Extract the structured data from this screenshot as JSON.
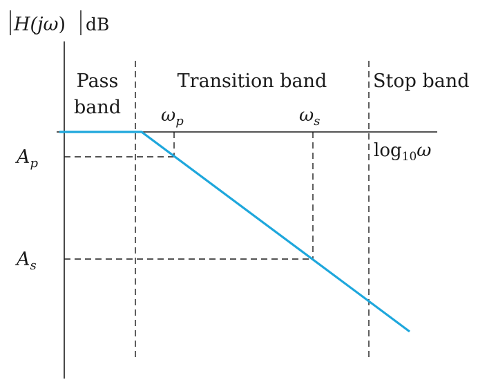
{
  "y_axis_label": {
    "func": "H(j",
    "omega": "ω",
    "close": ")",
    "unit": "dB"
  },
  "bands": {
    "pass_line1": "Pass",
    "pass_line2": "band",
    "transition": "Transition band",
    "stop": "Stop band"
  },
  "omega_p": {
    "base": "ω",
    "sub": "p"
  },
  "omega_s": {
    "base": "ω",
    "sub": "s"
  },
  "A_p": {
    "base": "A",
    "sub": "p"
  },
  "A_s": {
    "base": "A",
    "sub": "s"
  },
  "x_axis_label": {
    "base": "log",
    "sub": "10",
    "omega": "ω"
  },
  "colors": {
    "response": "#1ea7dc",
    "ink": "#1a1a1a"
  }
}
